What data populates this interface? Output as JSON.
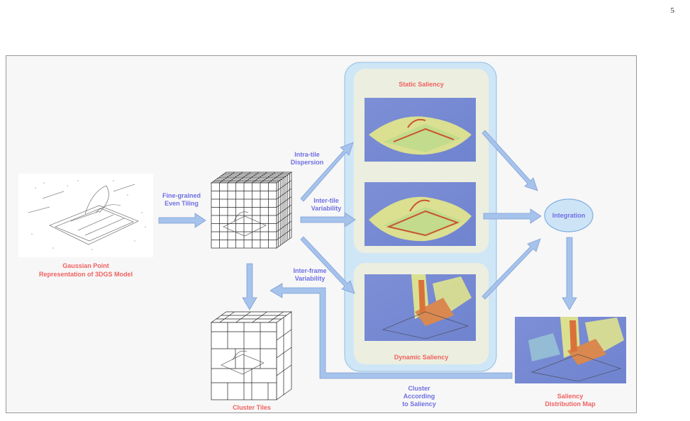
{
  "page_number": "5",
  "labels": {
    "gaussian_point": "Gaussian Point",
    "representation": "Representation of 3DGS Model",
    "fine_grained": "Fine-grained",
    "even_tiling": "Even Tiling",
    "intra_tile": "Intra-tile",
    "dispersion": "Dispersion",
    "inter_tile": "Inter-tile",
    "variability": "Variability",
    "inter_frame": "Inter-frame",
    "variability2": "Variability",
    "static_saliency": "Static Saliency",
    "dynamic_saliency": "Dynamic Saliency",
    "integration": "Integration",
    "cluster": "Cluster",
    "according": "According",
    "to_saliency": "to Saliency",
    "cluster_tiles": "Cluster Tiles",
    "saliency": "Saliency",
    "distribution_map": "Distribution Map"
  },
  "colors": {
    "label_red": "#f06262",
    "label_blue": "#6f6fe4",
    "arrow_fill": "#a6c3ec",
    "arrow_stroke": "#7f9fd6",
    "saliency_panel": "#cfe6f7",
    "saliency_group": "#ecefdf",
    "heatmap_blue": "#7d8fd6",
    "heatmap_yellow": "#e5e98a",
    "heatmap_red": "#c9542e"
  }
}
